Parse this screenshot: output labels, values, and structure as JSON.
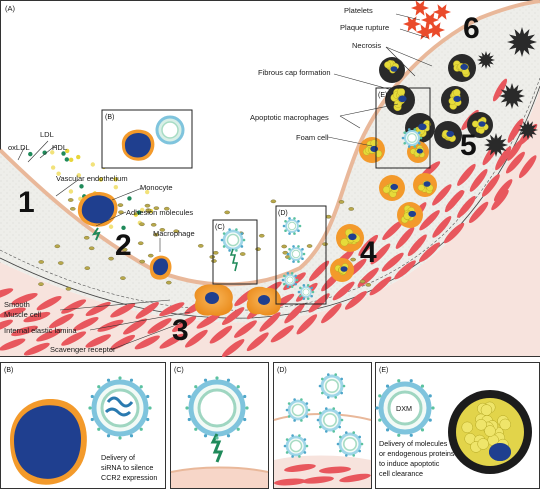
{
  "panel_labels": {
    "a": "(A)",
    "b_inset": "(B)",
    "c_inset": "(C)",
    "d_inset": "(D)",
    "e_inset": "(E)",
    "b": "(B)",
    "c": "(C)",
    "d": "(D)",
    "e": "(E)"
  },
  "labels": {
    "platelets": "Platelets",
    "plaque_rupture": "Plaque rupture",
    "necrosis": "Necrosis",
    "fibrous_cap": "Fibrous cap formation",
    "apoptotic_macrophages": "Apoptotic macrophages",
    "foam_cell": "Foam cell",
    "ldl": "LDL",
    "oxldl": "oxLDL",
    "hdl": "HDL",
    "vascular_endothelium": "Vascular endothelium",
    "monocyte": "Monocyte",
    "adhesion_molecules": "Adhesion molecules",
    "macrophage": "Macrophage",
    "smooth_muscle_1": "Smooth",
    "smooth_muscle_2": "Muscle cell",
    "internal_elastic_lamina": "Internal elastic lamina",
    "scavenger_receptor": "Scavenger receptor"
  },
  "stage_numbers": [
    "1",
    "2",
    "3",
    "4",
    "5",
    "6"
  ],
  "panel_b_text": [
    "Delivery of",
    "siRNA to silence",
    "CCR2 expression"
  ],
  "panel_e_drug": "DXM",
  "panel_e_text": [
    "Delivery of molecules",
    "or endogenous proteins",
    "to induce apoptotic",
    "cell clearance"
  ],
  "colors": {
    "smooth_muscle": "#e8575d",
    "endothelium": "#f2c8a8",
    "macrophage": "#f39a2b",
    "nucleus": "#1f3f8f",
    "foam_lipid": "#e6db3a",
    "necrotic": "#2a2a2a",
    "nanoparticle_shell": "#9fd6e8",
    "nanoparticle_core": "#a8dcc4",
    "platelet": "#ea4a2a",
    "intima": "#efefe9"
  }
}
